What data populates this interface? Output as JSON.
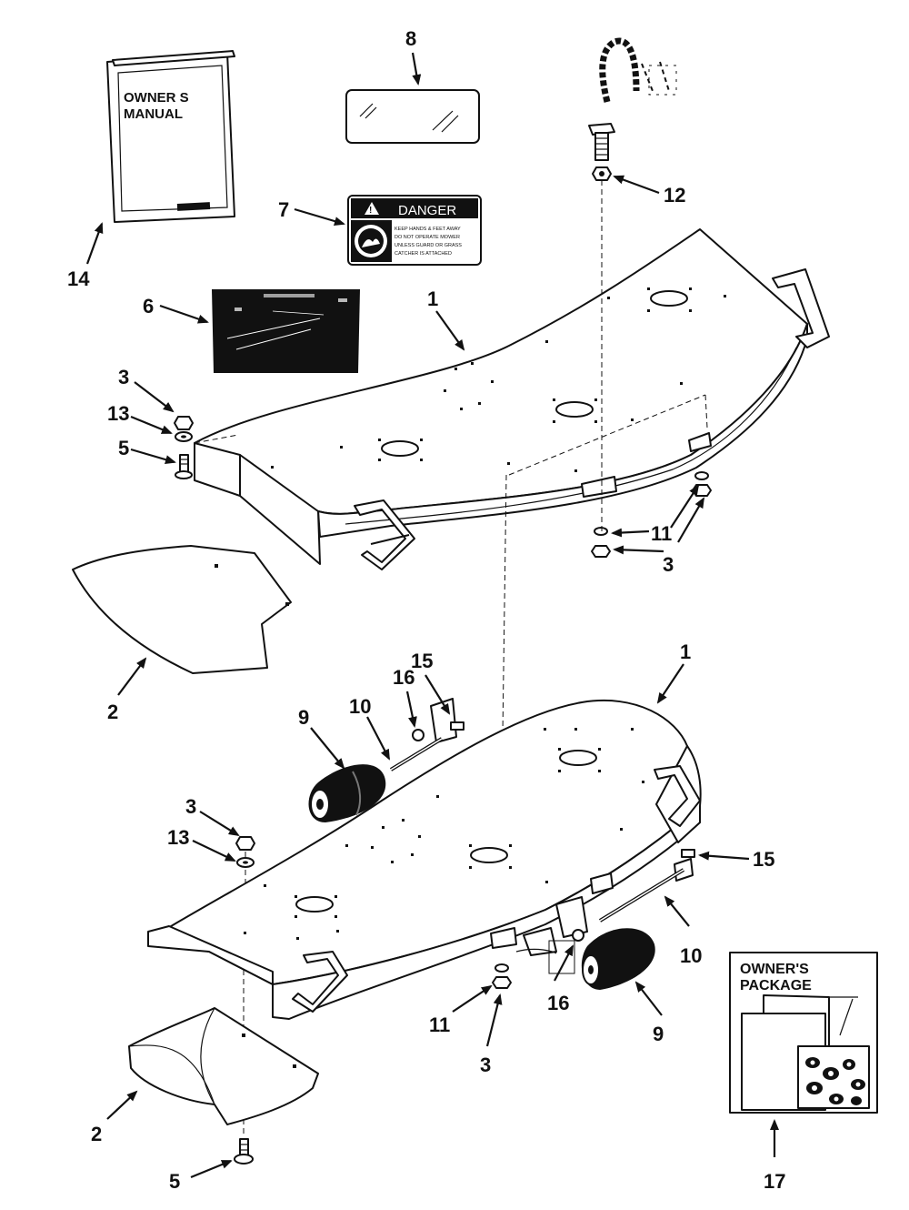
{
  "items": {
    "manual": {
      "line1": "OWNER S",
      "line2": "MANUAL"
    },
    "danger_decal": {
      "header": "DANGER",
      "line1": "KEEP HANDS & FEET AWAY",
      "line2": "DO NOT OPERATE MOWER",
      "line3": "UNLESS GUARD OR GRASS",
      "line4": "CATCHER IS ATTACHED"
    },
    "package": {
      "line1": "OWNER'S",
      "line2": "PACKAGE"
    }
  },
  "callouts": [
    {
      "id": "c-8",
      "label": "8"
    },
    {
      "id": "c-12",
      "label": "12"
    },
    {
      "id": "c-7",
      "label": "7"
    },
    {
      "id": "c-14",
      "label": "14"
    },
    {
      "id": "c-6",
      "label": "6"
    },
    {
      "id": "c-1a",
      "label": "1"
    },
    {
      "id": "c-3a",
      "label": "3"
    },
    {
      "id": "c-13a",
      "label": "13"
    },
    {
      "id": "c-5a",
      "label": "5"
    },
    {
      "id": "c-11a",
      "label": "11"
    },
    {
      "id": "c-3b",
      "label": "3"
    },
    {
      "id": "c-2a",
      "label": "2"
    },
    {
      "id": "c-1b",
      "label": "1"
    },
    {
      "id": "c-16a",
      "label": "16"
    },
    {
      "id": "c-15a",
      "label": "15"
    },
    {
      "id": "c-10a",
      "label": "10"
    },
    {
      "id": "c-9a",
      "label": "9"
    },
    {
      "id": "c-3c",
      "label": "3"
    },
    {
      "id": "c-13b",
      "label": "13"
    },
    {
      "id": "c-15b",
      "label": "15"
    },
    {
      "id": "c-10b",
      "label": "10"
    },
    {
      "id": "c-11b",
      "label": "11"
    },
    {
      "id": "c-3d",
      "label": "3"
    },
    {
      "id": "c-16b",
      "label": "16"
    },
    {
      "id": "c-9b",
      "label": "9"
    },
    {
      "id": "c-2b",
      "label": "2"
    },
    {
      "id": "c-5b",
      "label": "5"
    },
    {
      "id": "c-17",
      "label": "17"
    }
  ]
}
